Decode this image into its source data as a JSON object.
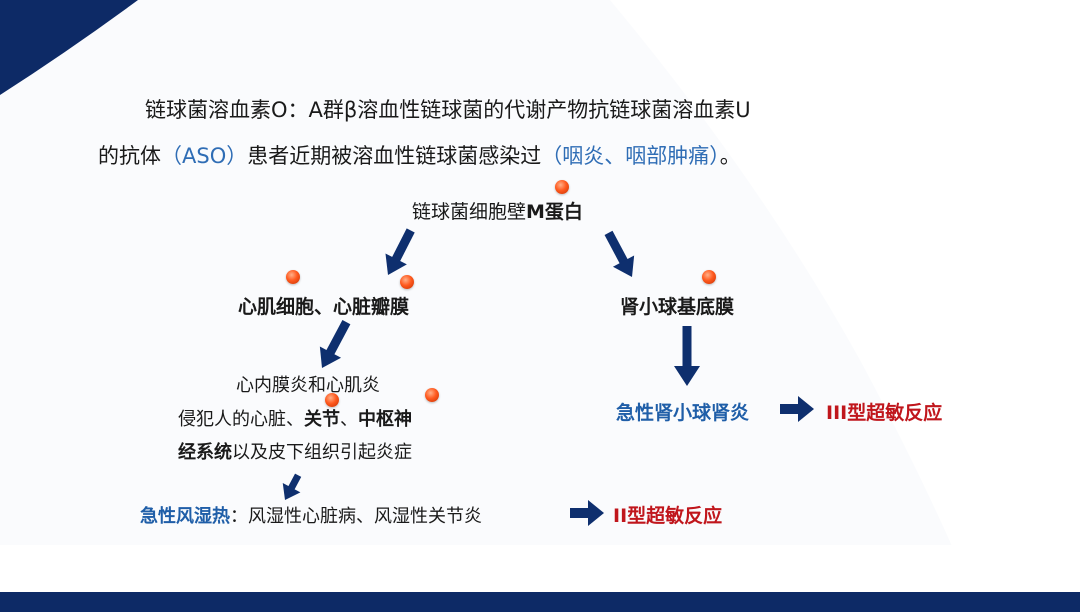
{
  "intro": {
    "line1": "链球菌溶血素O：A群β溶血性链球菌的代谢产物抗链球菌溶血素U",
    "line2_a": "的抗体",
    "line2_b": "（ASO）",
    "line2_c": "患者近期被溶血性链球菌感染过",
    "line2_d": "（咽炎、咽部肿痛）",
    "line2_e": "。"
  },
  "top_node": {
    "plain": "链球菌细胞壁",
    "bold": "M蛋白"
  },
  "left_node": "心肌细胞、心脏瓣膜",
  "right_node": "肾小球基底膜",
  "effects": {
    "line1": "心内膜炎和心肌炎",
    "line2_a": "侵犯人的心脏、",
    "line2_b": "关节",
    "line2_c": "、",
    "line2_d": "中枢神",
    "line3_a": "经系统",
    "line3_b": "以及皮下组织引起炎症"
  },
  "right_result": {
    "disease": "急性肾小球肾炎",
    "type": "III型超敏反应"
  },
  "bottom_result": {
    "disease": "急性风湿热",
    "sep": "：",
    "detail": "风湿性心脏病、风湿性关节炎",
    "type": "II型超敏反应"
  },
  "colors": {
    "navy": "#0d2a66",
    "arrow": "#0e2f6e",
    "blue_text": "#2f6db5",
    "red_text": "#c0161c"
  }
}
